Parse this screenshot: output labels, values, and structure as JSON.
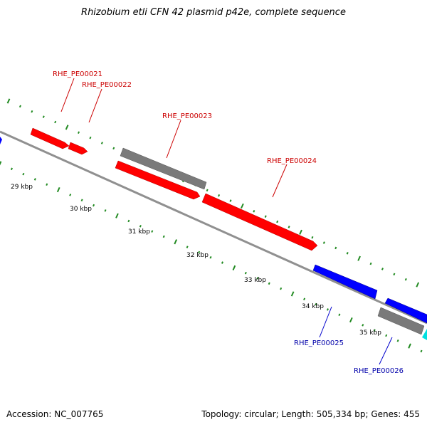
{
  "title": "Rhizobium etli CFN 42 plasmid p42e, complete sequence",
  "footer": {
    "accession": "Accession: NC_007765",
    "summary": "Topology: circular; Length: 505,334 bp; Genes: 455"
  },
  "colors": {
    "forward": "#ff0000",
    "reverse": "#0000ff",
    "other": "#808080",
    "rna": "#00e0e0",
    "ticks": "#228b22",
    "backbone": "#909090"
  },
  "kbp_labels": [
    "29 kbp",
    "30 kbp",
    "31 kbp",
    "32 kbp",
    "33 kbp",
    "34 kbp",
    "35 kbp"
  ],
  "gene_labels": [
    {
      "text": "RHE_PE00021",
      "strand": "forward"
    },
    {
      "text": "RHE_PE00022",
      "strand": "forward"
    },
    {
      "text": "RHE_PE00023",
      "strand": "forward"
    },
    {
      "text": "RHE_PE00024",
      "strand": "forward"
    },
    {
      "text": "RHE_PE00025",
      "strand": "reverse"
    },
    {
      "text": "RHE_PE00026",
      "strand": "reverse"
    }
  ]
}
